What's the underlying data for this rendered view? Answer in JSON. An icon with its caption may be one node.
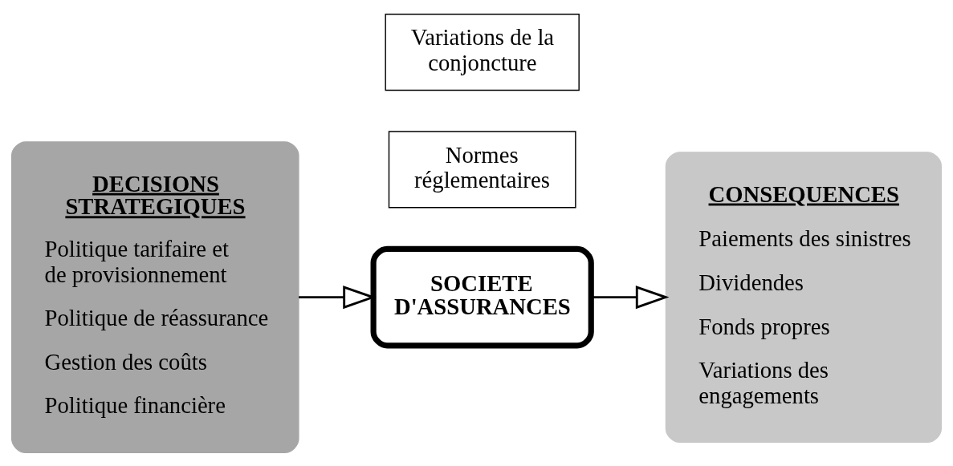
{
  "diagram": {
    "nodes": [
      {
        "text": [
          "DECISIONS STRATEGIQUES",
          "Politique tarifaire et de provisionnement",
          "Politique de réassurance",
          "Gestion des coûts",
          "Politique financière"
        ]
      },
      {
        "text": [
          "Normes réglementaires"
        ]
      },
      {
        "text": [
          "SOCIETE D'ASSURANCES"
        ]
      },
      {
        "text": [
          "Variations de la conjoncture"
        ]
      },
      {
        "text": [
          "CONSEQUENCES",
          "Paiements des sinistres",
          "Dividendes",
          "Fonds propres",
          "Variations des engagements"
        ]
      }
    ],
    "edges": [
      {
        "from": 0,
        "to": 2,
        "arrow": "to"
      },
      {
        "from": 2,
        "to": 4,
        "arrow": "to"
      }
    ]
  }
}
